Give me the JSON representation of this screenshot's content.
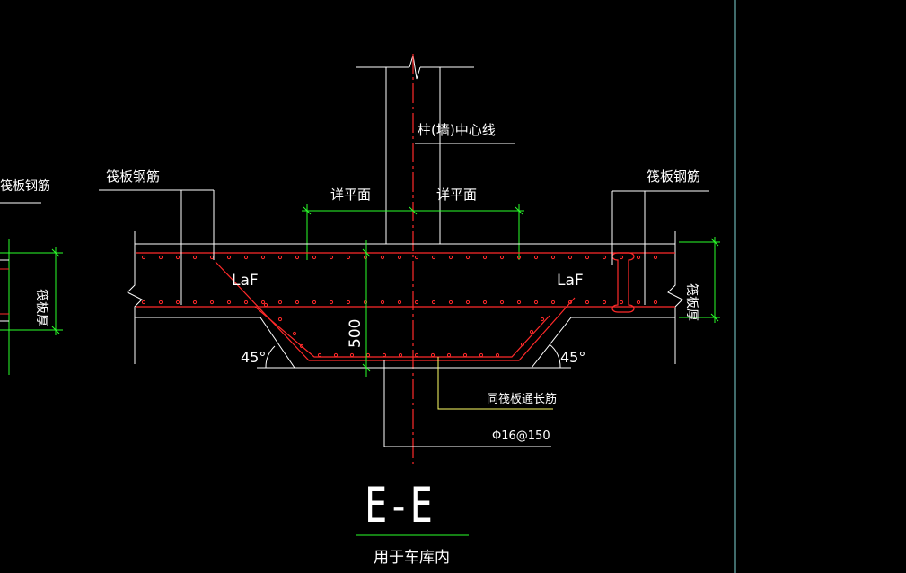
{
  "labels": {
    "raft_rebar_left": "筏板钢筋",
    "raft_rebar_right": "筏板钢筋",
    "raft_rebar_far_left": "筏板钢筋",
    "column_centerline": "柱(墙)中心线",
    "see_plan_left": "详平面",
    "see_plan_right": "详平面",
    "laf_left": "LaF",
    "laf_right": "LaF",
    "depth_500": "500",
    "angle_left": "45°",
    "angle_right": "45°",
    "same_as_raft_long": "同筏板通长筋",
    "rebar_spec": "Φ16@150",
    "raft_thickness_right": "筏板厚",
    "raft_thickness_left": "筏板厚",
    "section_title": "E-E",
    "section_note": "用于车库内"
  },
  "colors": {
    "background": "#000000",
    "rebar": "#ff2a2a",
    "concrete": "#ffffff",
    "dimension": "#2aff2a",
    "leader": "#ffffff",
    "leader_yellow": "#ffff66",
    "frame": "#7fd6d6",
    "title_underline": "#2aff2a"
  }
}
